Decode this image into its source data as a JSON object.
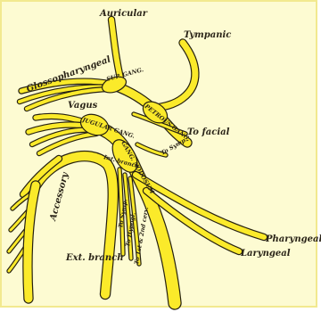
{
  "labels": {
    "auricular": "Auricular",
    "tympanic": "Tympanic",
    "glossopharyngeal": "Glossopharyngeal",
    "sup_gang": "SUP. GANG.",
    "petrous_gang": "PETROUS GANG.",
    "vagus": "Vagus",
    "jugular_gang": "JUGULAR GANG.",
    "to_facial": "To facial",
    "gang_nodosum": "GANG. NODOSUM",
    "to_symp_1": "To Symp.",
    "int_branch": "Int. branch",
    "accessory": "Accessory",
    "to_symp_2": "To Symp.",
    "to_hypogl": "To Hypogl.",
    "to_1st_2nd_cerv": "To 1st & 2nd cerv.",
    "ext_branch": "Ext. branch",
    "pharyngeal": "Pharyngeal",
    "laryngeal": "Laryngeal"
  },
  "colors": {
    "background": "#fdfbd2",
    "nerve": "#fbea2a",
    "outline": "#262110"
  }
}
